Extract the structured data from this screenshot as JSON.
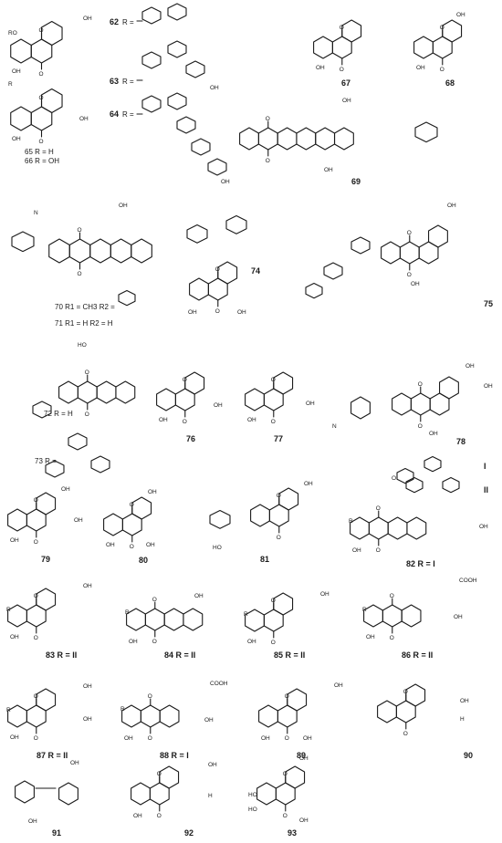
{
  "compounds": [
    {
      "id": "c62_65",
      "label": "",
      "rlines": [
        "65 R = H",
        "66 R = OH"
      ]
    },
    {
      "id": "c62",
      "label": "62",
      "rlines": [
        "R ="
      ]
    },
    {
      "id": "c63",
      "label": "63",
      "rlines": [
        "R ="
      ]
    },
    {
      "id": "c64",
      "label": "64",
      "rlines": [
        "R ="
      ]
    },
    {
      "id": "c67",
      "label": "67",
      "rlines": []
    },
    {
      "id": "c68",
      "label": "68",
      "rlines": []
    },
    {
      "id": "c69",
      "label": "69",
      "rlines": []
    },
    {
      "id": "c70",
      "label": "",
      "rlines": [
        "70 R1 = CH3  R2 =",
        "71 R1 = H    R2 = H"
      ]
    },
    {
      "id": "c74",
      "label": "74",
      "rlines": []
    },
    {
      "id": "c75",
      "label": "75",
      "rlines": []
    },
    {
      "id": "c72",
      "label": "",
      "rlines": [
        "72 R = H",
        "73 R ="
      ]
    },
    {
      "id": "c76",
      "label": "76",
      "rlines": []
    },
    {
      "id": "c77",
      "label": "77",
      "rlines": []
    },
    {
      "id": "c78",
      "label": "78",
      "rlines": []
    },
    {
      "id": "cI",
      "label": "",
      "rlines": [
        "I",
        "II"
      ]
    },
    {
      "id": "c79",
      "label": "79",
      "rlines": []
    },
    {
      "id": "c80",
      "label": "80",
      "rlines": []
    },
    {
      "id": "c81",
      "label": "81",
      "rlines": []
    },
    {
      "id": "c82",
      "label": "82 R = I",
      "rlines": []
    },
    {
      "id": "c83",
      "label": "83 R = II",
      "rlines": []
    },
    {
      "id": "c84",
      "label": "84 R = II",
      "rlines": []
    },
    {
      "id": "c85",
      "label": "85 R = II",
      "rlines": []
    },
    {
      "id": "c86",
      "label": "86 R = II",
      "rlines": []
    },
    {
      "id": "c87",
      "label": "87 R = II",
      "rlines": []
    },
    {
      "id": "c88",
      "label": "88 R = I",
      "rlines": []
    },
    {
      "id": "c89",
      "label": "89",
      "rlines": []
    },
    {
      "id": "c90",
      "label": "90",
      "rlines": []
    },
    {
      "id": "c91",
      "label": "91",
      "rlines": []
    },
    {
      "id": "c92",
      "label": "92",
      "rlines": []
    },
    {
      "id": "c93",
      "label": "93",
      "rlines": []
    }
  ],
  "atoms": {
    "oh": "OH",
    "o": "O",
    "ho": "HO",
    "r": "R",
    "ro": "RO",
    "cooh": "COOH",
    "n": "N",
    "h": "H"
  }
}
